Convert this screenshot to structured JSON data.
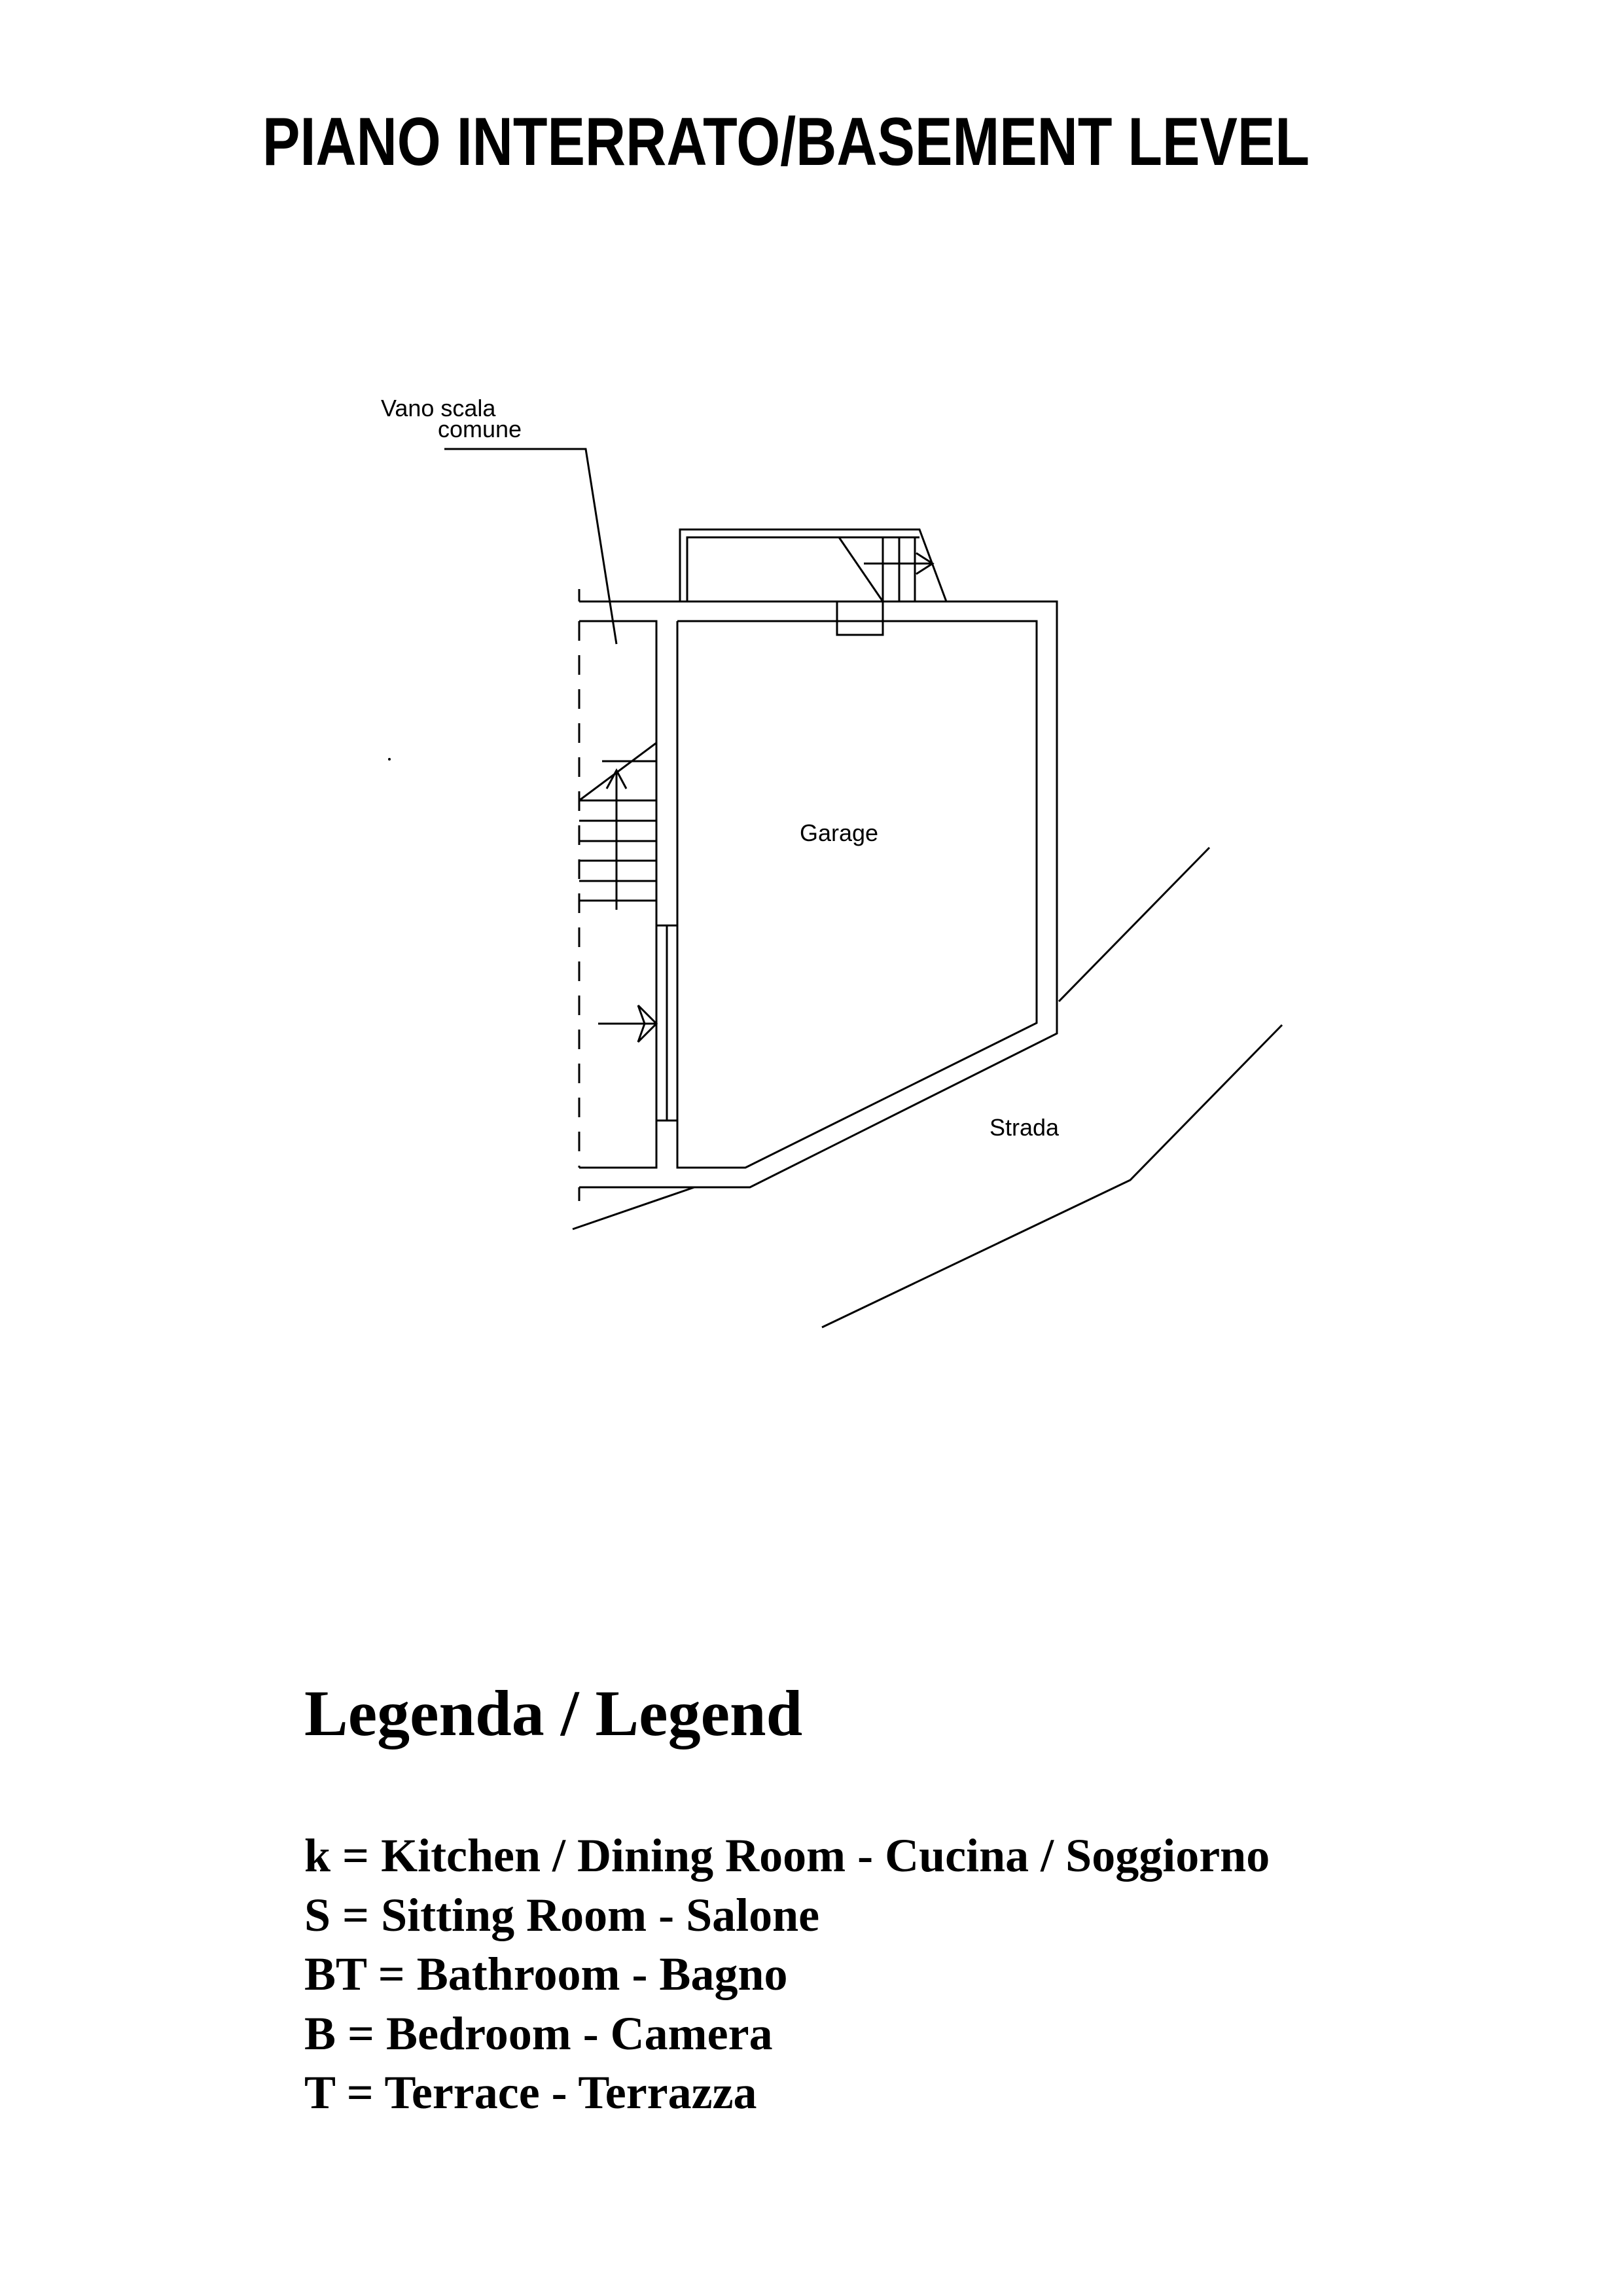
{
  "title": "PIANO INTERRATO/BASEMENT LEVEL",
  "plan": {
    "labels": {
      "stair_line1": "Vano scala",
      "stair_line2": "comune",
      "garage": "Garage",
      "road": "Strada"
    }
  },
  "legend": {
    "heading": "Legenda / Legend",
    "items": [
      "k = Kitchen / Dining Room - Cucina / Soggiorno",
      "S = Sitting Room - Salone",
      "BT = Bathroom - Bagno",
      "B = Bedroom - Camera",
      "T = Terrace - Terrazza"
    ]
  }
}
